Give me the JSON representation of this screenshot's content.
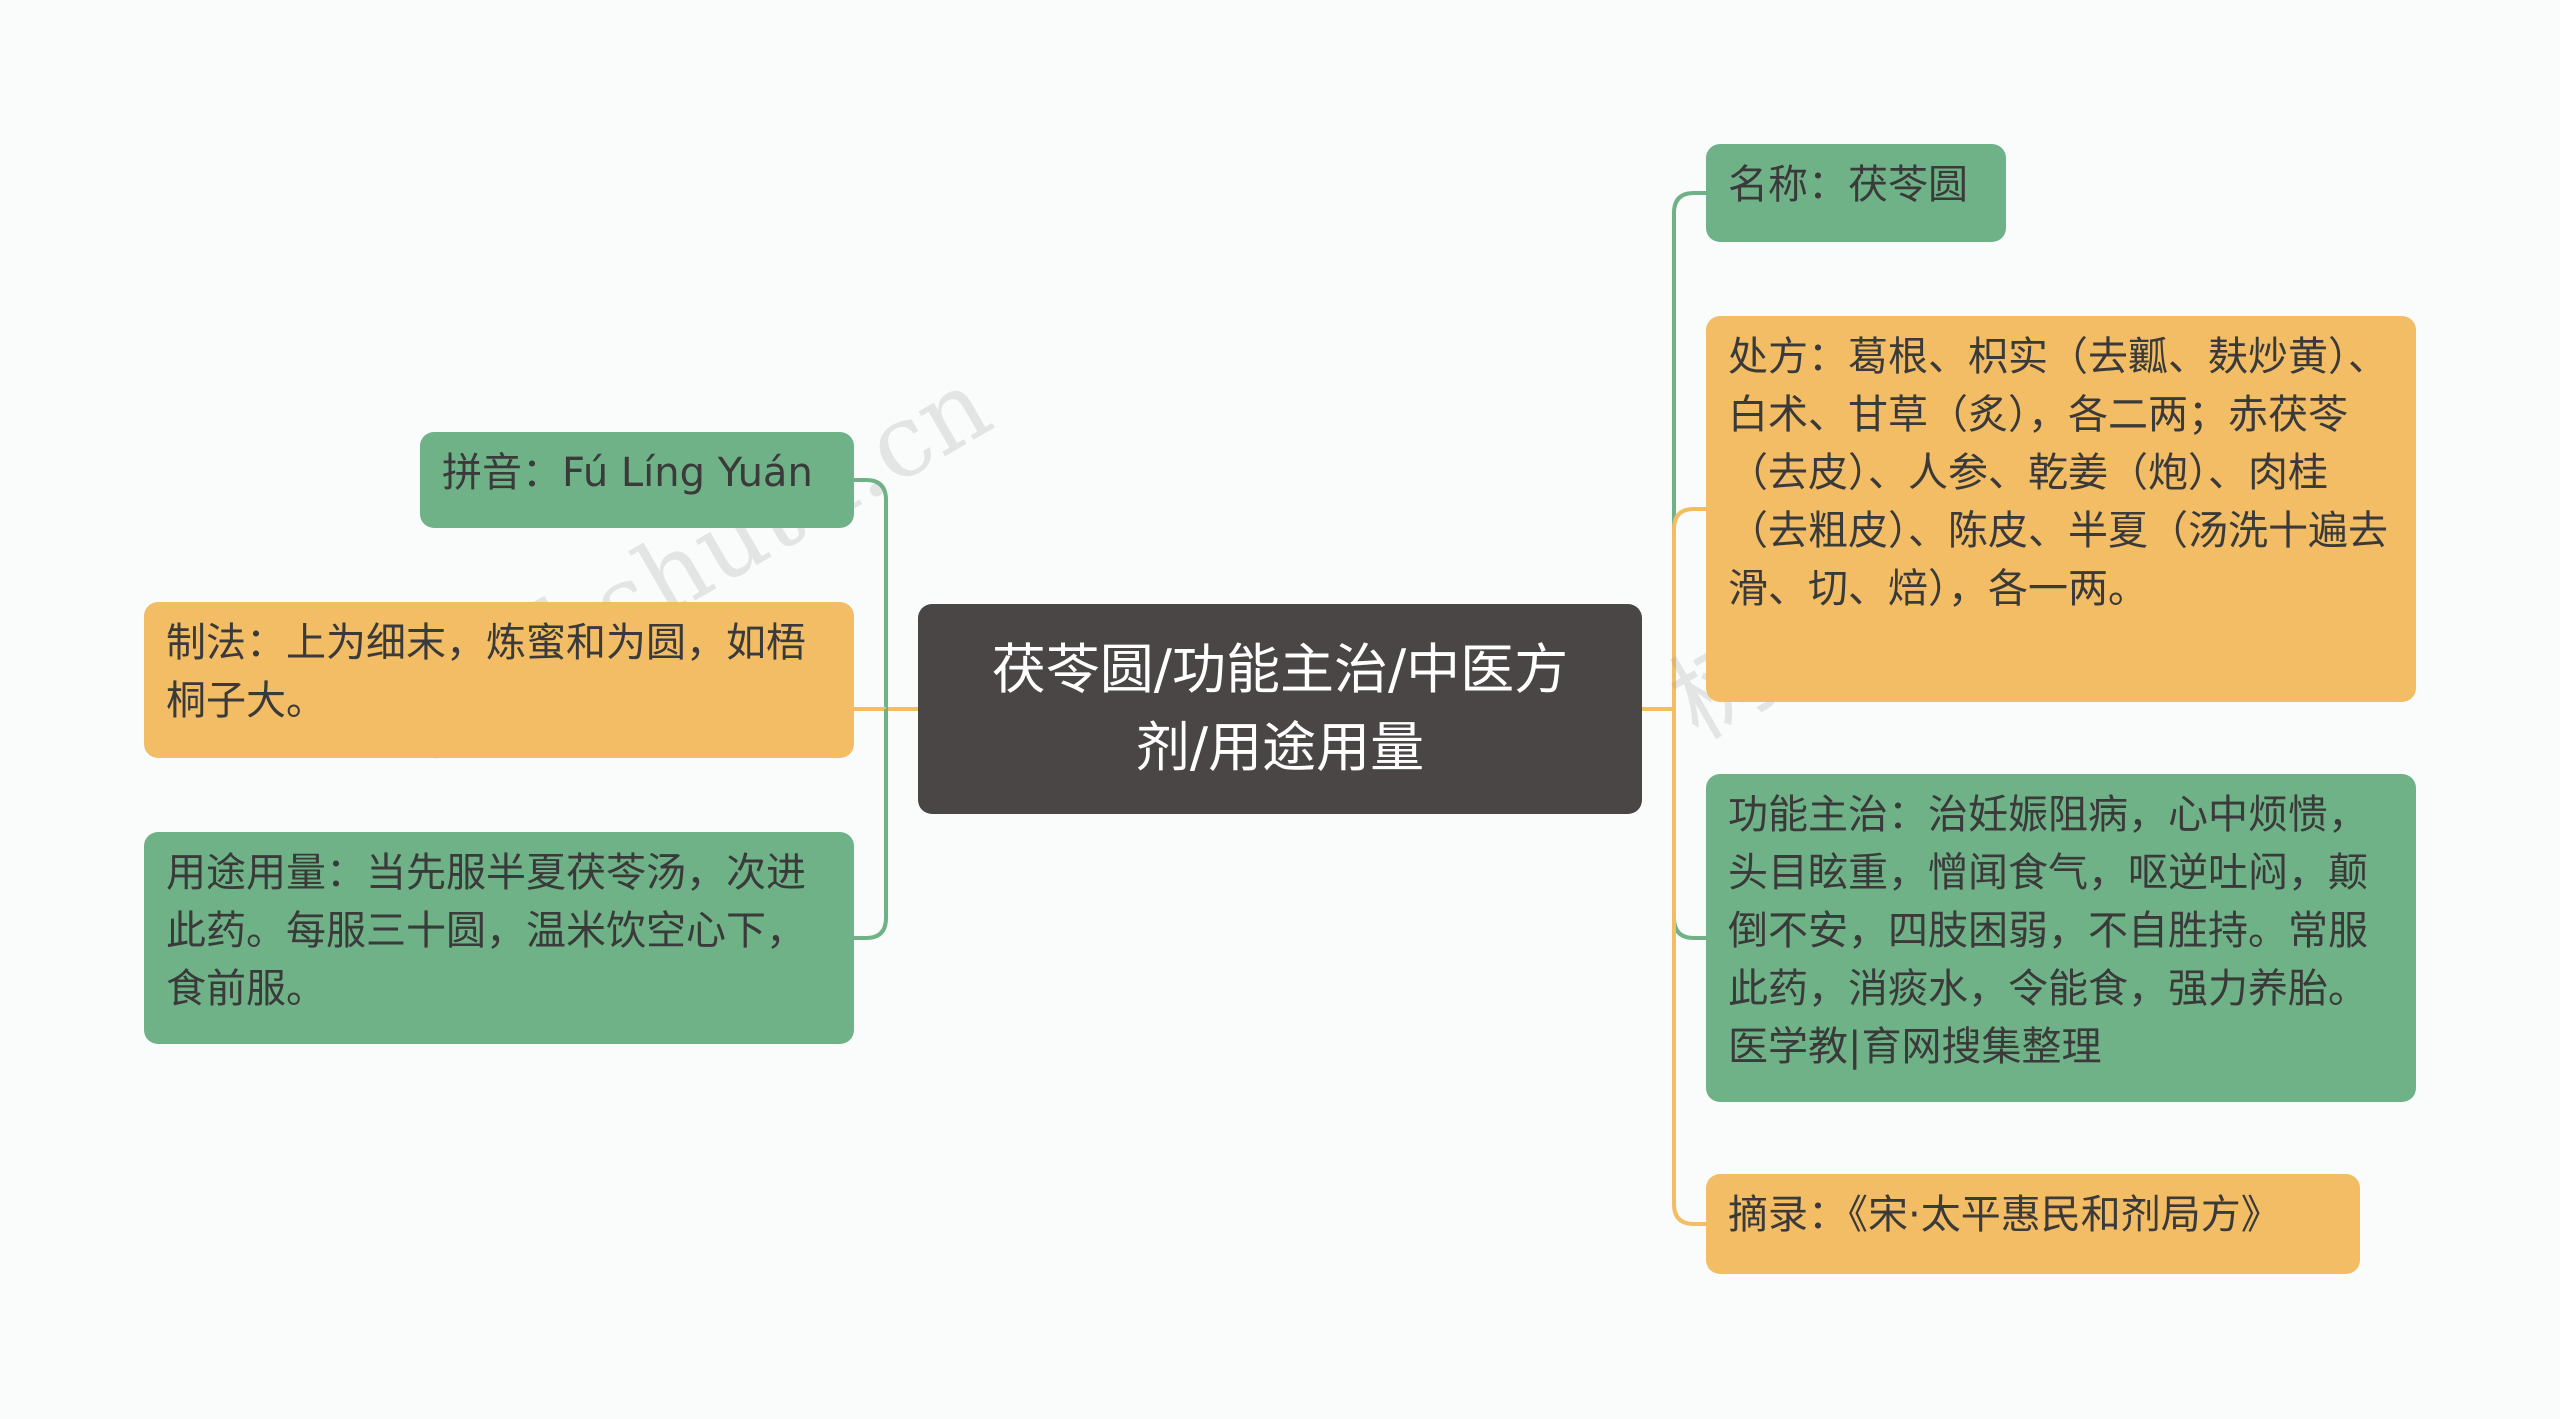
{
  "root": {
    "label": "茯苓圆/功能主治/中医方剂/用途用量"
  },
  "left": [
    {
      "id": "pinyin",
      "label": "拼音：Fú Líng Yuán",
      "color": "#6fb287"
    },
    {
      "id": "zhifa",
      "label": "制法：上为细末，炼蜜和为圆，如梧桐子大。",
      "color": "#f2bd65"
    },
    {
      "id": "yongtu",
      "label": "用途用量：当先服半夏茯苓汤，次进此药。每服三十圆，温米饮空心下，食前服。",
      "color": "#6fb287"
    }
  ],
  "right": [
    {
      "id": "mingcheng",
      "label": "名称：茯苓圆",
      "color": "#6fb287"
    },
    {
      "id": "chufang",
      "label": "处方：葛根、枳实（去瓤、麸炒黄）、白术、甘草（炙），各二两；赤茯苓（去皮）、人参、乾姜（炮）、肉桂（去粗皮）、陈皮、半夏（汤洗十遍去滑、切、焙），各一两。",
      "color": "#f2bd65"
    },
    {
      "id": "gongneng",
      "label": "功能主治：治妊娠阻病，心中烦愦，头目眩重，憎闻食气，呕逆吐闷，颠倒不安，四肢困弱，不自胜持。常服此药，消痰水，令能食，强力养胎。医学教|育网搜集整理",
      "color": "#6fb287"
    },
    {
      "id": "zhailu",
      "label": "摘录：《宋·太平惠民和剂局方》",
      "color": "#f2bd65"
    }
  ],
  "watermark": {
    "text": "树图 shutu.cn"
  }
}
